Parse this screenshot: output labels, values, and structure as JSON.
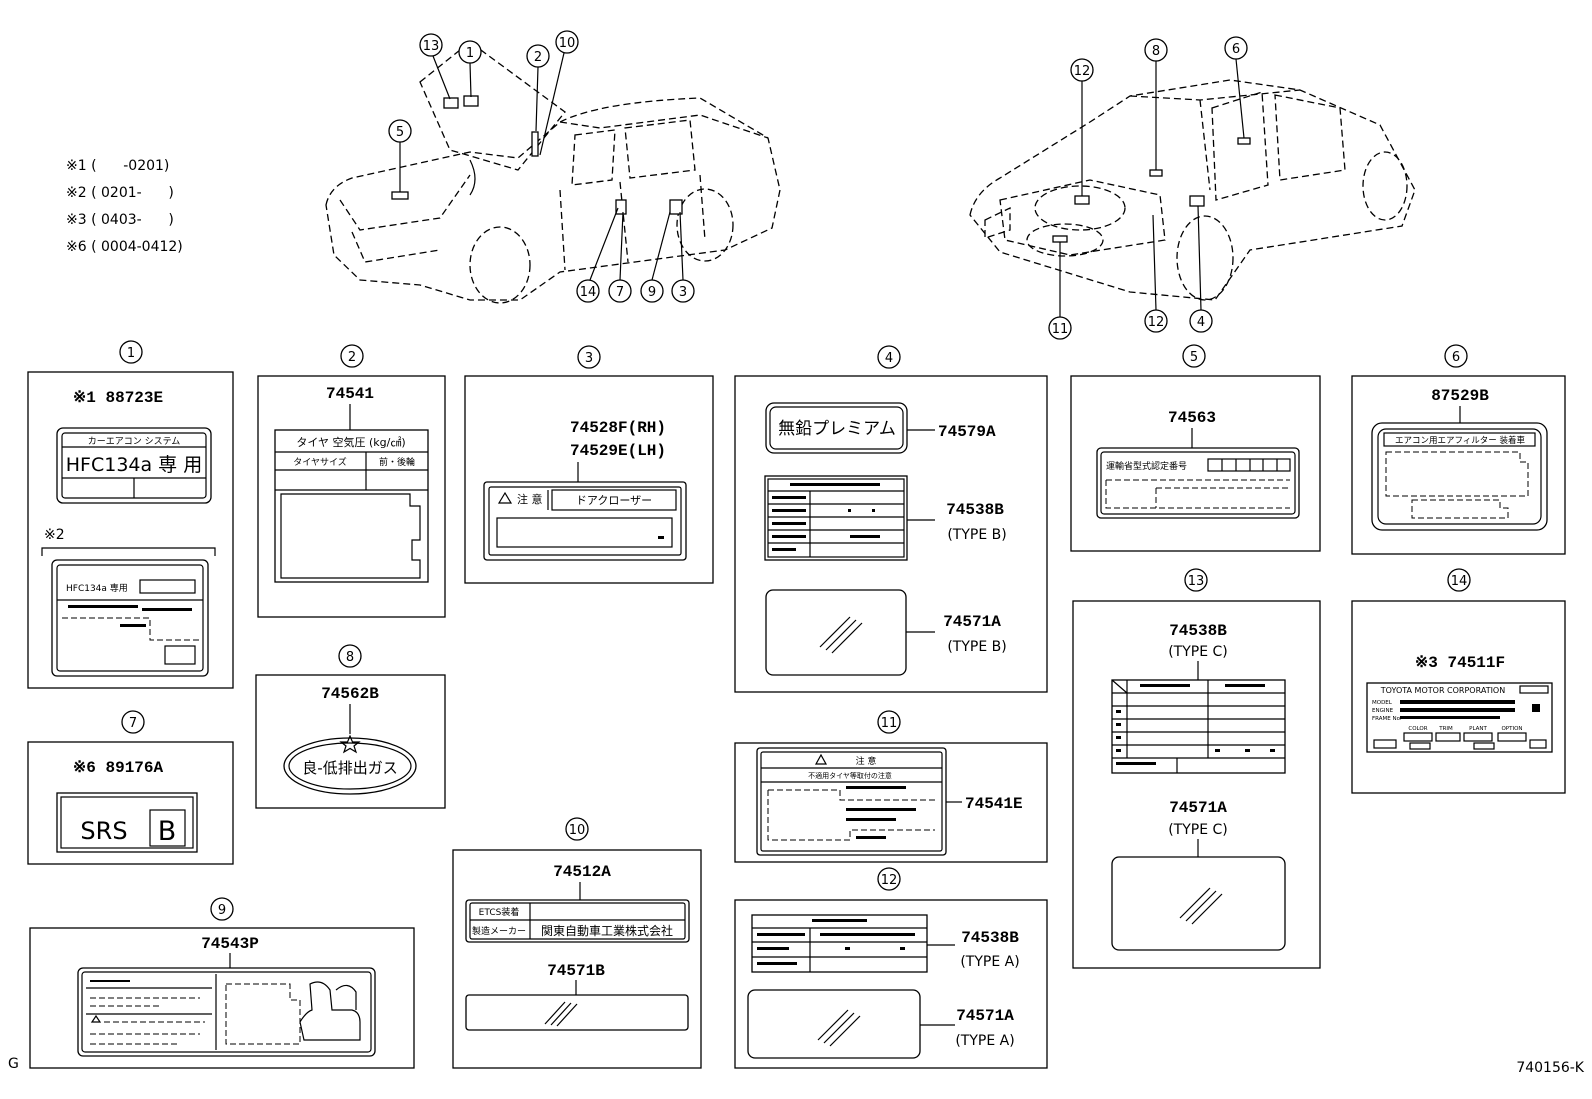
{
  "notes": {
    "n1": "※1 (      -0201)",
    "n2": "※2 ( 0201-      )",
    "n3": "※3 ( 0403-      )",
    "n6": "※6 ( 0004-0412)"
  },
  "callouts": {
    "left_car": [
      "13",
      "1",
      "2",
      "10",
      "5",
      "14",
      "7",
      "9",
      "3"
    ],
    "right_car": [
      "12",
      "8",
      "6",
      "11",
      "12",
      "4"
    ]
  },
  "panels": {
    "p1": {
      "number": "1",
      "part": "※1 88723E",
      "label_header": "カーエアコン システム",
      "label_main": "HFC134a 専 用",
      "variant_note": "※2",
      "variant_label": "HFC134a 専用"
    },
    "p2": {
      "number": "2",
      "part": "74541",
      "label_header": "タイヤ 空気圧 (kg/㎠)",
      "col1": "タイヤサイズ",
      "col2": "前・後輪"
    },
    "p3": {
      "number": "3",
      "part_rh": "74528F(RH)",
      "part_lh": "74529E(LH)",
      "caution": "注 意",
      "label_text": "ドアクローザー"
    },
    "p4": {
      "number": "4",
      "fuel_label": "無鉛プレミアム",
      "part_fuel": "74579A",
      "part_table": "74538B",
      "type_table": "(TYPE B)",
      "part_cover": "74571A",
      "type_cover": "(TYPE B)"
    },
    "p5": {
      "number": "5",
      "part": "74563",
      "label_text": "運輸省型式認定番号"
    },
    "p6": {
      "number": "6",
      "part": "87529B",
      "label_header": "エアコン用エアフィルター 装着車"
    },
    "p7": {
      "number": "7",
      "part": "※6 89176A",
      "label_srs": "SRS",
      "label_code": "B"
    },
    "p8": {
      "number": "8",
      "part": "74562B",
      "label_text": "良-低排出ガス"
    },
    "p9": {
      "number": "9",
      "part": "74543P"
    },
    "p10": {
      "number": "10",
      "part": "74512A",
      "row1": "ETCS装着",
      "row2_left": "製造メーカー",
      "row2_right": "関東自動車工業株式会社",
      "part_cover": "74571B"
    },
    "p11": {
      "number": "11",
      "label_header": "注 意",
      "label_sub": "不適用タイヤ等取付の注意",
      "part": "74541E"
    },
    "p12": {
      "number": "12",
      "part_table": "74538B",
      "type_table": "(TYPE A)",
      "part_cover": "74571A",
      "type_cover": "(TYPE A)"
    },
    "p13": {
      "number": "13",
      "part_table": "74538B",
      "type_table": "(TYPE C)",
      "part_cover": "74571A",
      "type_cover": "(TYPE C)"
    },
    "p14": {
      "number": "14",
      "part": "※3 74511F",
      "maker": "TOYOTA MOTOR CORPORATION",
      "model": "MODEL",
      "engine": "ENGINE",
      "frame": "FRAME No.",
      "color": "COLOR",
      "trim": "TRIM",
      "plant": "PLANT",
      "option": "OPTION"
    }
  },
  "corner_mark": "G",
  "figure_code": "740156-K"
}
